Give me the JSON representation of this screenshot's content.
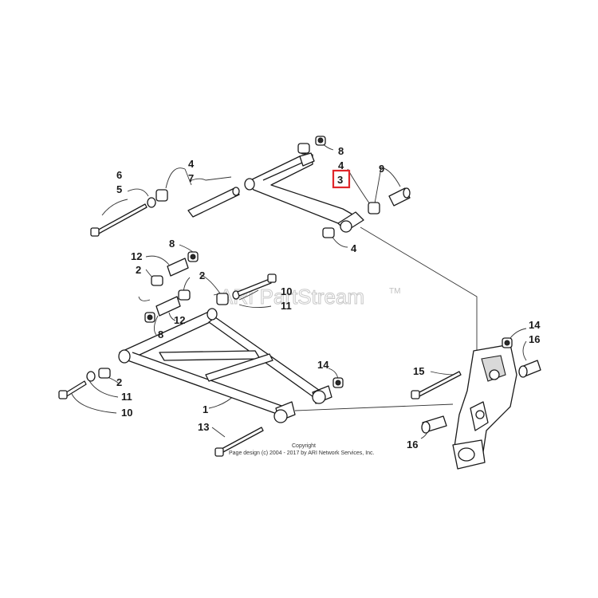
{
  "watermark": {
    "text": "ARI PartStream",
    "trademark": "TM"
  },
  "copyright": {
    "line1": "Copyright",
    "line2": "Page design (c) 2004 - 2017 by ARI Network Services, Inc."
  },
  "callouts": {
    "upper_8": "8",
    "upper_4a": "4",
    "upper_3": "3",
    "upper_9": "9",
    "upper_4b": "4",
    "left_4": "4",
    "left_7": "7",
    "left_6": "6",
    "left_5": "5",
    "mid_8a": "8",
    "mid_12a": "12",
    "mid_2a": "2",
    "mid_2b": "2",
    "mid_10a": "10",
    "mid_11a": "11",
    "mid_12b": "12",
    "mid_8b": "8",
    "low_2": "2",
    "low_11": "11",
    "low_10": "10",
    "low_14": "14",
    "low_1": "1",
    "low_13": "13",
    "right_14": "14",
    "right_16a": "16",
    "right_15": "15",
    "right_16b": "16"
  },
  "highlighted_callout": "3",
  "colors": {
    "highlight": "#e0262b",
    "ink": "#1a1a1a",
    "watermark": "#c8c8c8"
  }
}
